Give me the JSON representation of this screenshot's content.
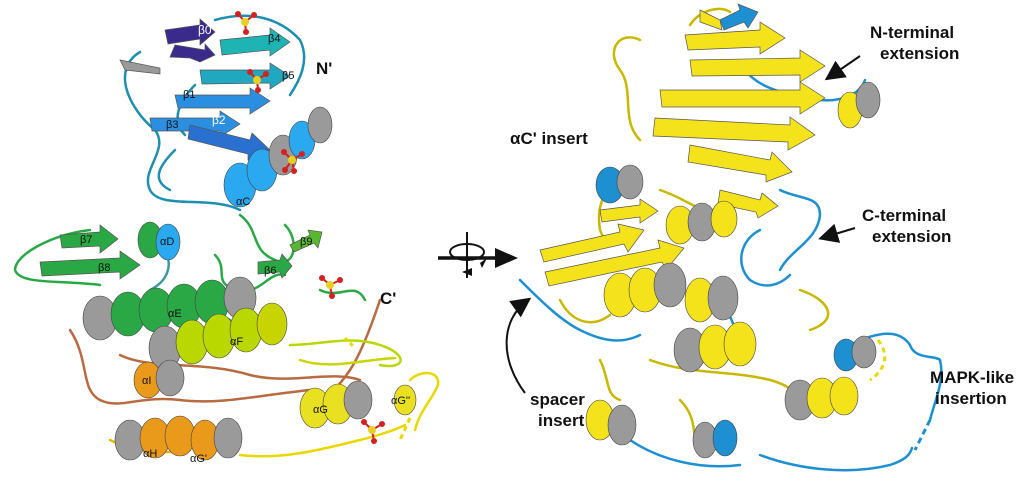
{
  "colors": {
    "beta0": "#3a2a8c",
    "beta_cyan": "#1eb4b4",
    "beta_blue": "#2a8fe0",
    "helix_blue": "#2aa8f0",
    "green": "#2aa845",
    "yellowgreen": "#b8d800",
    "yellow": "#f4e21a",
    "orange": "#ea9a1a",
    "brown": "#b86a40",
    "grey": "#9a9a9a",
    "insert_blue": "#1e8fd0",
    "phosphate_red": "#d42020",
    "phosphate_yellow": "#e8d020"
  },
  "left_panel": {
    "labels": {
      "b0": "β0",
      "b1": "β1",
      "b2": "β2",
      "b3": "β3",
      "b4": "β4",
      "b5": "β5",
      "b6": "β6",
      "b7": "β7",
      "b8": "β8",
      "b9": "β9",
      "aC": "αC",
      "aD": "αD",
      "aE": "αE",
      "aF": "αF",
      "aG": "αG",
      "aGp": "αG'",
      "aGpp": "αG''",
      "aH": "αH",
      "aI": "αI",
      "n_term": "N'",
      "c_term": "C'"
    }
  },
  "right_panel": {
    "annotations": {
      "ac_insert": "αC' insert",
      "n_ext_1": "N-terminal",
      "n_ext_2": "extension",
      "c_ext_1": "C-terminal",
      "c_ext_2": "extension",
      "spacer_1": "spacer",
      "spacer_2": "insert",
      "mapk_1": "MAPK-like",
      "mapk_2": "insertion"
    }
  },
  "rotation_icon": "rotate-around-vertical-axis-icon"
}
